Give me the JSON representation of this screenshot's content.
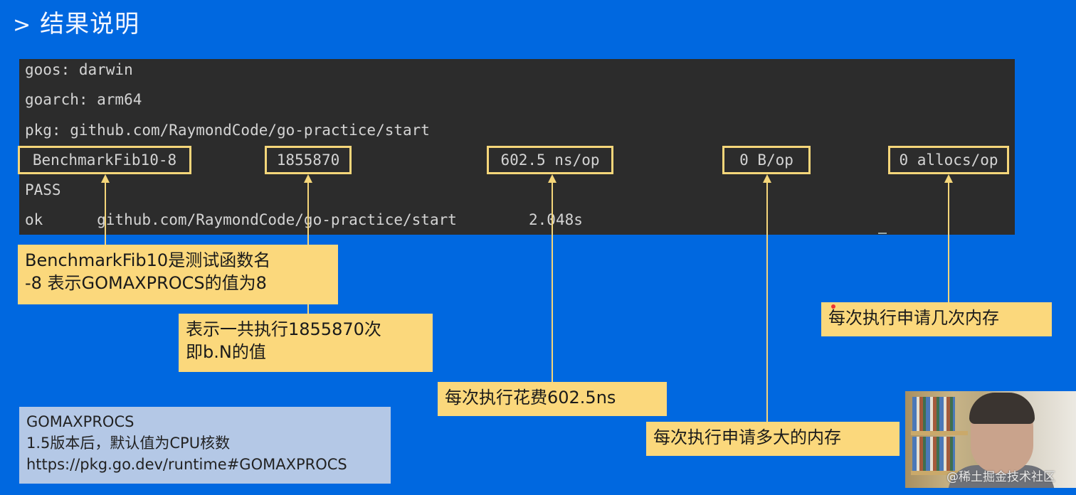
{
  "slide": {
    "title_caret": ">",
    "title": "结果说明",
    "background_color": "#0068e0"
  },
  "terminal": {
    "lines": {
      "goos": "goos: darwin",
      "goarch": "goarch: arm64",
      "pkg": "pkg: github.com/RaymondCode/go-practice/start",
      "pass": "PASS",
      "ok": "ok      github.com/RaymondCode/go-practice/start        2.048s"
    },
    "benchmark_row": {
      "name": "BenchmarkFib10-8",
      "iterations": "1855870",
      "ns_per_op": "602.5 ns/op",
      "bytes_per_op": "0 B/op",
      "allocs_per_op": "0 allocs/op"
    }
  },
  "annotations": {
    "name": [
      "BenchmarkFib10是测试函数名",
      "-8 表示GOMAXPROCS的值为8"
    ],
    "iterations": [
      "表示一共执行1855870次",
      "即b.N的值"
    ],
    "ns_per_op": "每次执行花费602.5ns",
    "bytes_per_op": "每次执行申请多大的内存",
    "allocs_per_op": "每次执行申请几次内存"
  },
  "info_box": {
    "line1": "GOMAXPROCS",
    "line2": "1.5版本后，默认值为CPU核数",
    "line3": "https://pkg.go.dev/runtime#GOMAXPROCS"
  },
  "webcam": {
    "watermark": "@稀土掘金技术社区"
  },
  "colors": {
    "highlight": "#f5d67a",
    "note_bg": "#fbd87c",
    "terminal_bg": "#2c2c2c",
    "info_bg": "#b4c8e6"
  }
}
